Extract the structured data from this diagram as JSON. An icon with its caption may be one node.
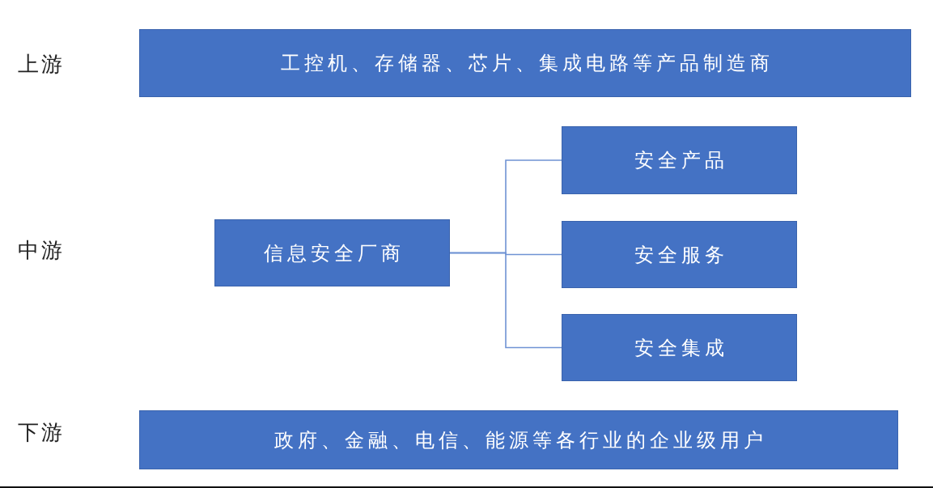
{
  "diagram": {
    "nodes": [
      {
        "text": [
          "工控机、存储器、芯片、集成电路等产品制造商"
        ]
      },
      {
        "text": [
          "信息安全厂商"
        ]
      },
      {
        "text": [
          "安全产品"
        ]
      },
      {
        "text": [
          "安全服务"
        ]
      },
      {
        "text": [
          "安全集成"
        ]
      },
      {
        "text": [
          "政府、金融、电信、能源等各行业的企业级用户"
        ]
      }
    ],
    "edges": [
      {
        "from": 1,
        "to": 2,
        "arrow": "none"
      },
      {
        "from": 1,
        "to": 3,
        "arrow": "none"
      },
      {
        "from": 1,
        "to": 4,
        "arrow": "none"
      }
    ],
    "labels": [
      "上游",
      "中游",
      "下游"
    ]
  }
}
